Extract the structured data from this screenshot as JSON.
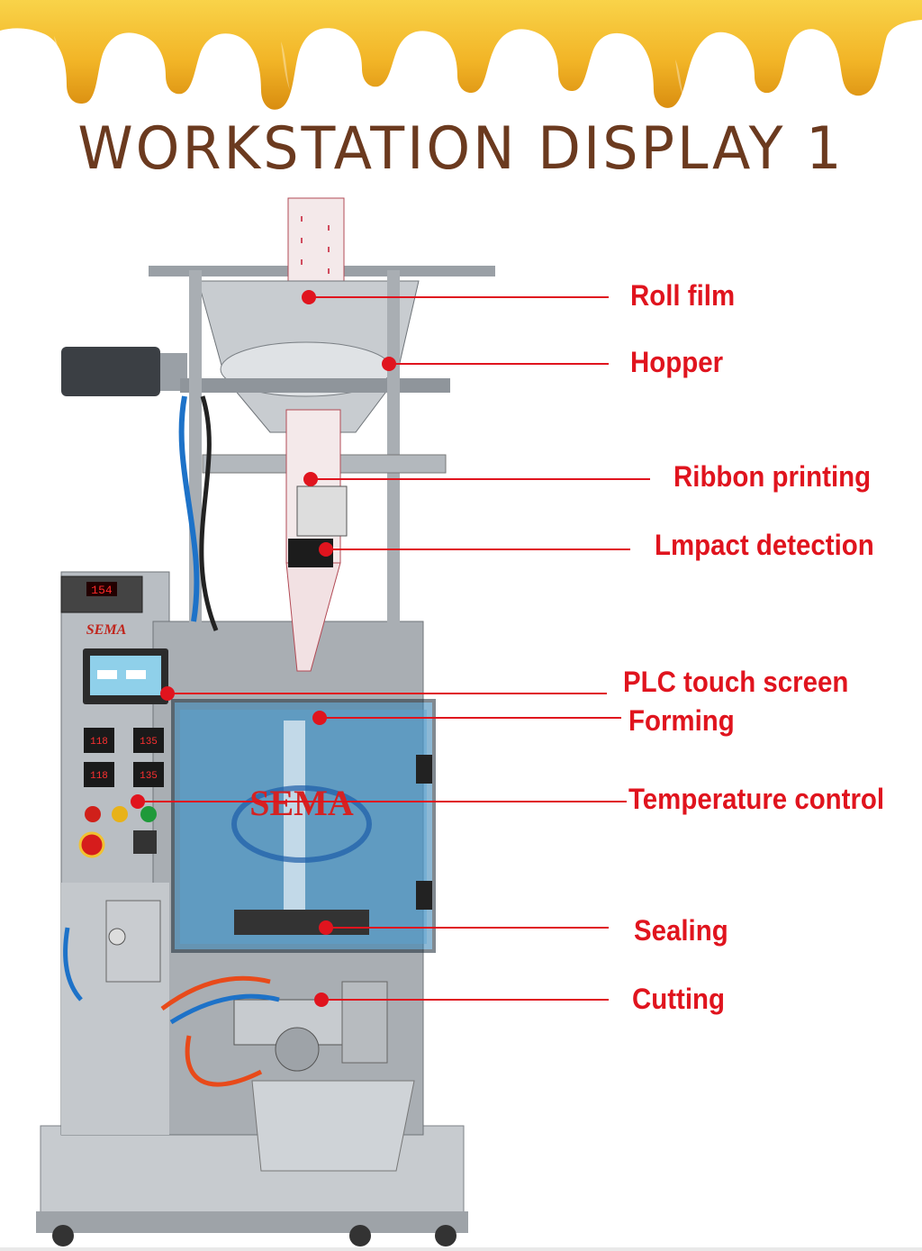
{
  "title": "WORKSTATION DISPLAY 1",
  "colors": {
    "title": "#6b3a1f",
    "label": "#e0141e",
    "honey_light": "#f7c531",
    "honey_dark": "#d98d10",
    "steel": "#b9bec3",
    "panel_blue": "#2f7fb3"
  },
  "icons": {
    "header": "honey-drip-icon",
    "marker": "red-dot-marker"
  },
  "callouts": [
    {
      "id": "roll-film",
      "label": "Roll film"
    },
    {
      "id": "hopper",
      "label": "Hopper"
    },
    {
      "id": "ribbon-printing",
      "label": "Ribbon printing"
    },
    {
      "id": "impact-detection",
      "label": "Lmpact detection"
    },
    {
      "id": "plc-touch-screen",
      "label": "PLC touch screen"
    },
    {
      "id": "forming",
      "label": "Forming"
    },
    {
      "id": "temperature-control",
      "label": "Temperature control"
    },
    {
      "id": "sealing",
      "label": "Sealing"
    },
    {
      "id": "cutting",
      "label": "Cutting"
    }
  ],
  "machine": {
    "brand": "SEMA",
    "counter_display": "154",
    "temp_readings": [
      "118",
      "135",
      "118",
      "135"
    ]
  }
}
